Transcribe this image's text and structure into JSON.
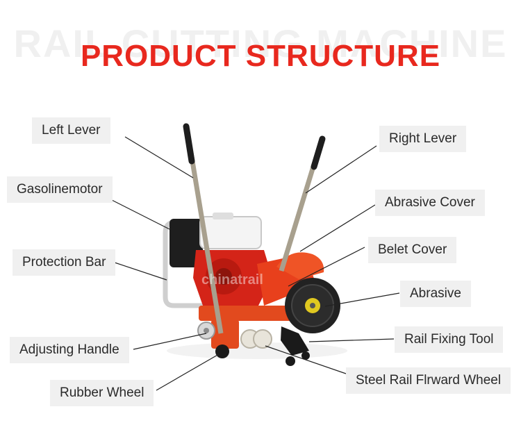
{
  "header": {
    "background_title": "RAIL CUTTING MACHINE",
    "title": "PRODUCT STRUCTURE"
  },
  "labels": {
    "left_lever": "Left Lever",
    "gasoline_motor": "Gasolinemotor",
    "protection_bar": "Protection Bar",
    "adjusting_handle": "Adjusting Handle",
    "rubber_wheel": "Rubber Wheel",
    "right_lever": "Right Lever",
    "abrasive_cover": "Abrasive Cover",
    "belt_cover": "Belet Cover",
    "abrasive": "Abrasive",
    "rail_fixing_tool": "Rail Fixing Tool",
    "steel_rail_forward_wheel": "Steel Rail Flrward Wheel"
  },
  "watermark": "chinatrail",
  "colors": {
    "title_red": "#e8281e",
    "label_bg": "#f0f0f0",
    "machine_orange": "#e8401c"
  }
}
